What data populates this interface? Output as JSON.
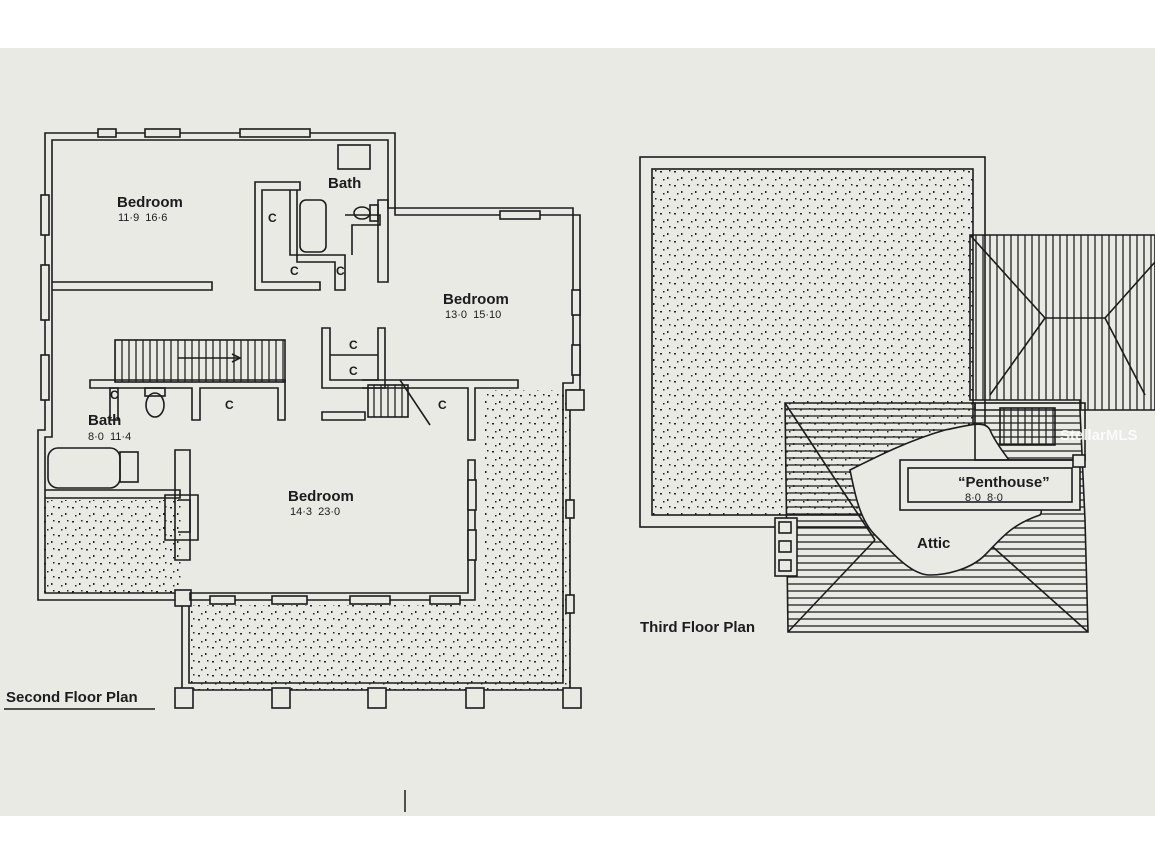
{
  "second_floor": {
    "title": "Second Floor Plan",
    "rooms": [
      {
        "name": "Bedroom",
        "dims": "11·9  16·6"
      },
      {
        "name": "Bath",
        "dims": ""
      },
      {
        "name": "Bedroom",
        "dims": "13·0  15·10"
      },
      {
        "name": "Bath",
        "dims": "8·0  11·4"
      },
      {
        "name": "Bedroom",
        "dims": "14·3  23·0"
      }
    ],
    "closet_label": "C"
  },
  "third_floor": {
    "title": "Third Floor Plan",
    "rooms": [
      {
        "name": "“Penthouse”",
        "dims": "8·0  8·0"
      },
      {
        "name": "Attic",
        "dims": ""
      }
    ]
  },
  "watermark": "StellarMLS",
  "colors": {
    "paper": "#e9eae4",
    "ink": "#1c1c1c"
  }
}
